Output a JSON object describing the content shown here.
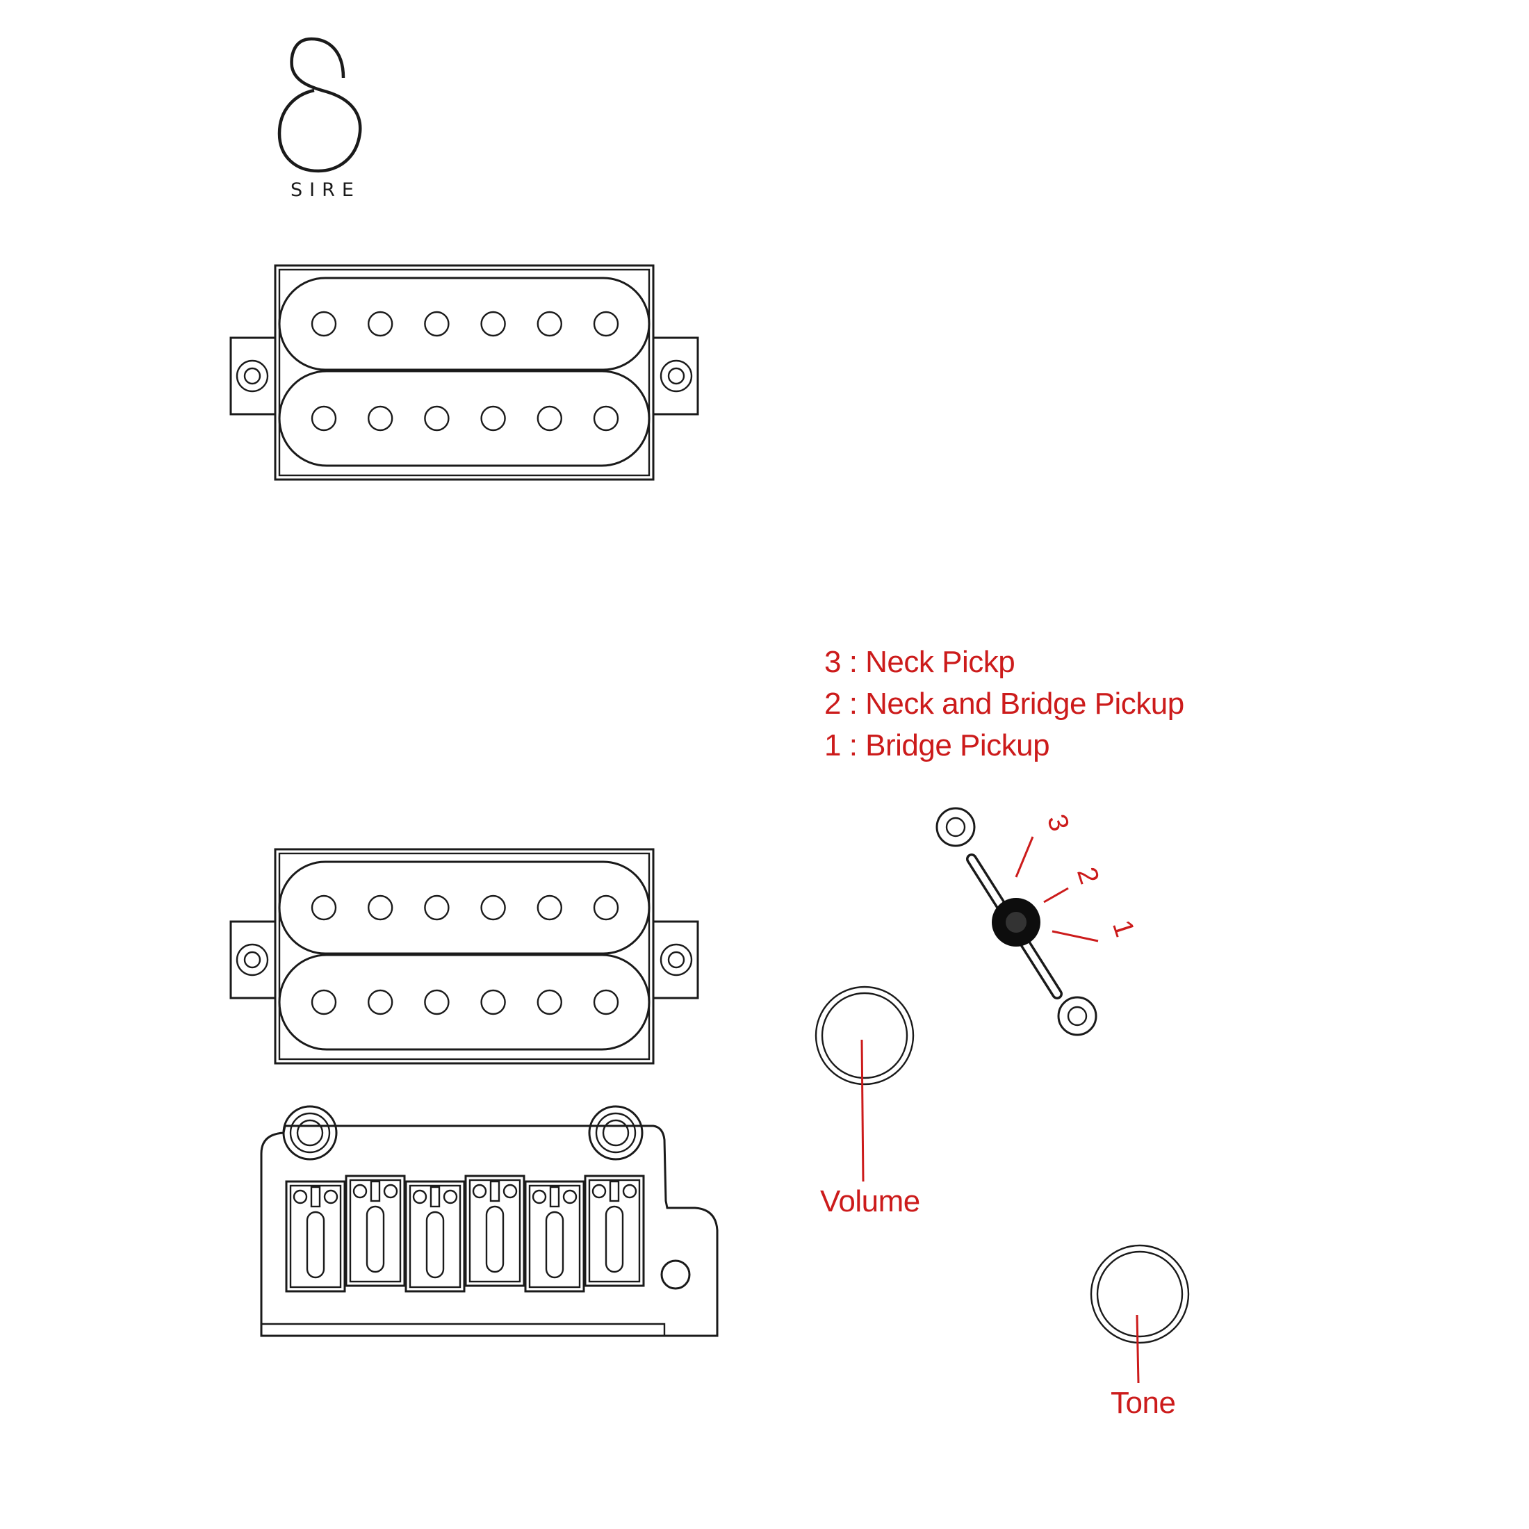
{
  "brand": {
    "word": "SIRE",
    "monogram": "S"
  },
  "legend": {
    "items": [
      {
        "position": "3",
        "text": "3 : Neck Pickp"
      },
      {
        "position": "2",
        "text": "2 : Neck and Bridge Pickup"
      },
      {
        "position": "1",
        "text": "1 : Bridge Pickup"
      }
    ]
  },
  "switch": {
    "marks": [
      "3",
      "2",
      "1"
    ]
  },
  "controls": {
    "volume": "Volume",
    "tone": "Tone"
  },
  "components": {
    "pickup_poles_per_coil": 6,
    "bridge_saddles": 6
  },
  "colors": {
    "line": "#1a1a1a",
    "label": "#cc1b1b",
    "background": "#ffffff"
  }
}
